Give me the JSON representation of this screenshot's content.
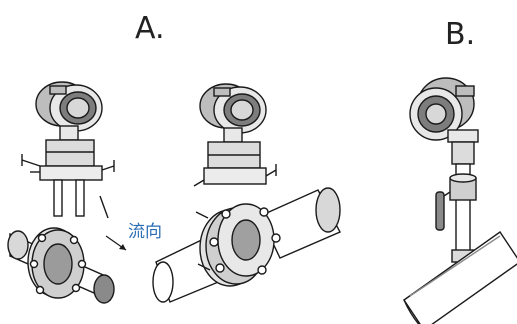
{
  "labels": {
    "a": "A.",
    "b": "B.",
    "flow": "流向"
  },
  "colors": {
    "line": "#1a1a1a",
    "flow_text": "#2a6db5",
    "shade": "#8a8a8a"
  }
}
